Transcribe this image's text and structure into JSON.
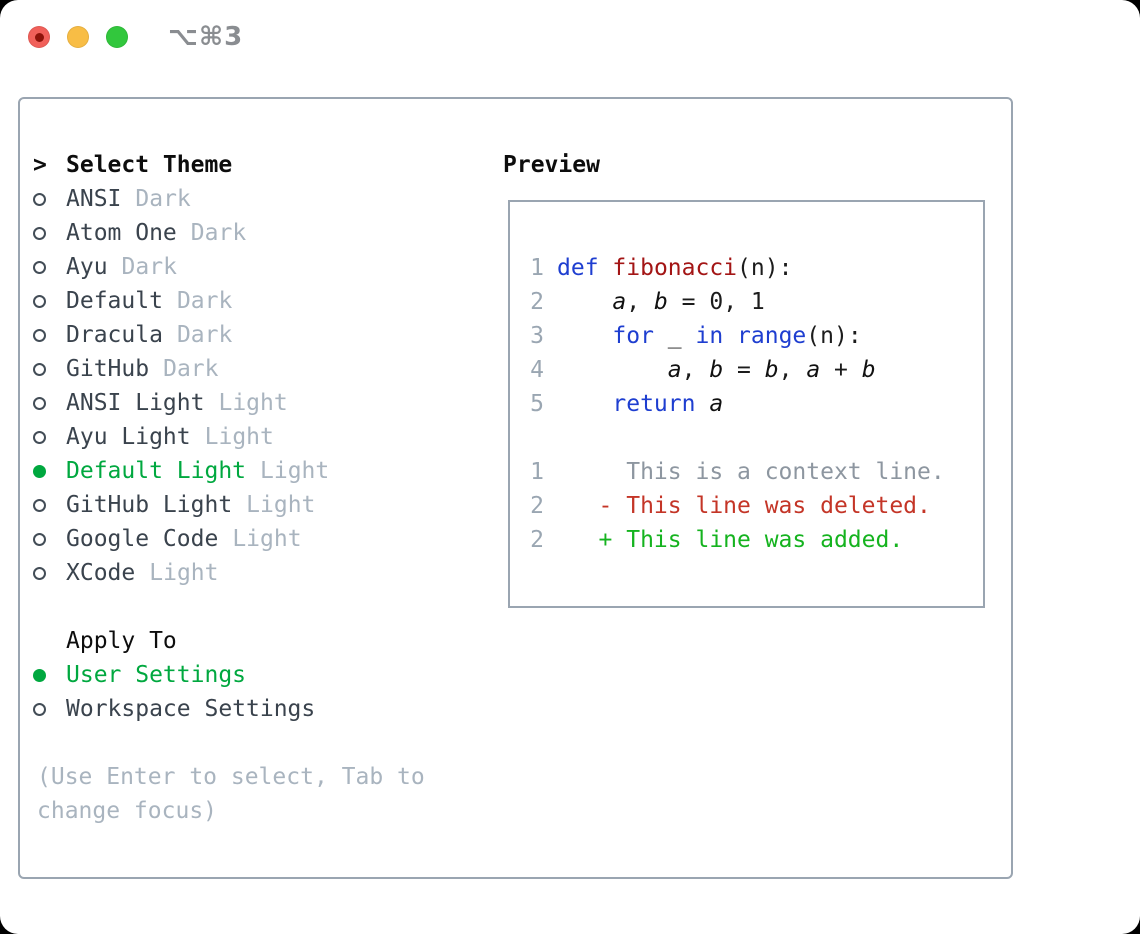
{
  "window": {
    "title": "⌥⌘3",
    "traffic_lights": [
      "close",
      "minimize",
      "zoom"
    ]
  },
  "colors": {
    "accent_green": "#00a83f",
    "keyword_blue": "#1e3ed0",
    "function_red": "#a31515",
    "deleted_red": "#c43527",
    "added_green": "#15b31f",
    "panel_border": "#9aa5b1"
  },
  "theme_list": {
    "prompt": ">",
    "heading": "Select Theme",
    "items": [
      {
        "name": "ANSI",
        "variant": "Dark",
        "selected": false
      },
      {
        "name": "Atom One",
        "variant": "Dark",
        "selected": false
      },
      {
        "name": "Ayu",
        "variant": "Dark",
        "selected": false
      },
      {
        "name": "Default",
        "variant": "Dark",
        "selected": false
      },
      {
        "name": "Dracula",
        "variant": "Dark",
        "selected": false
      },
      {
        "name": "GitHub",
        "variant": "Dark",
        "selected": false
      },
      {
        "name": "ANSI Light",
        "variant": "Light",
        "selected": false
      },
      {
        "name": "Ayu Light",
        "variant": "Light",
        "selected": false
      },
      {
        "name": "Default Light",
        "variant": "Light",
        "selected": true
      },
      {
        "name": "GitHub Light",
        "variant": "Light",
        "selected": false
      },
      {
        "name": "Google Code",
        "variant": "Light",
        "selected": false
      },
      {
        "name": "XCode",
        "variant": "Light",
        "selected": false
      }
    ]
  },
  "apply_to": {
    "heading": "Apply To",
    "options": [
      {
        "label": "User Settings",
        "selected": true
      },
      {
        "label": "Workspace Settings",
        "selected": false
      }
    ]
  },
  "hint": "(Use Enter to select, Tab to change focus)",
  "preview": {
    "heading": "Preview",
    "code_lines": [
      {
        "num": "1",
        "segments": [
          {
            "t": "def",
            "c": "kw"
          },
          {
            "t": " ",
            "c": ""
          },
          {
            "t": "fibonacci",
            "c": "fn"
          },
          {
            "t": "(n):",
            "c": ""
          }
        ]
      },
      {
        "num": "2",
        "segments": [
          {
            "t": "    ",
            "c": ""
          },
          {
            "t": "a",
            "c": "var"
          },
          {
            "t": ", ",
            "c": ""
          },
          {
            "t": "b",
            "c": "var"
          },
          {
            "t": " = 0, 1",
            "c": ""
          }
        ]
      },
      {
        "num": "3",
        "segments": [
          {
            "t": "    ",
            "c": ""
          },
          {
            "t": "for",
            "c": "kw"
          },
          {
            "t": " _ ",
            "c": ""
          },
          {
            "t": "in",
            "c": "kw"
          },
          {
            "t": " ",
            "c": ""
          },
          {
            "t": "range",
            "c": "kw"
          },
          {
            "t": "(n):",
            "c": ""
          }
        ]
      },
      {
        "num": "4",
        "segments": [
          {
            "t": "        ",
            "c": ""
          },
          {
            "t": "a",
            "c": "var"
          },
          {
            "t": ", ",
            "c": ""
          },
          {
            "t": "b",
            "c": "var"
          },
          {
            "t": " = ",
            "c": ""
          },
          {
            "t": "b",
            "c": "var"
          },
          {
            "t": ", ",
            "c": ""
          },
          {
            "t": "a",
            "c": "var"
          },
          {
            "t": " + ",
            "c": ""
          },
          {
            "t": "b",
            "c": "var"
          }
        ]
      },
      {
        "num": "5",
        "segments": [
          {
            "t": "    ",
            "c": ""
          },
          {
            "t": "return",
            "c": "kw"
          },
          {
            "t": " ",
            "c": ""
          },
          {
            "t": "a",
            "c": "var"
          }
        ]
      }
    ],
    "diff_lines": [
      {
        "num": "1",
        "type": "context",
        "text": "     This is a context line."
      },
      {
        "num": "2",
        "type": "deleted",
        "text": "   - This line was deleted."
      },
      {
        "num": "2",
        "type": "added",
        "text": "   + This line was added."
      }
    ]
  }
}
